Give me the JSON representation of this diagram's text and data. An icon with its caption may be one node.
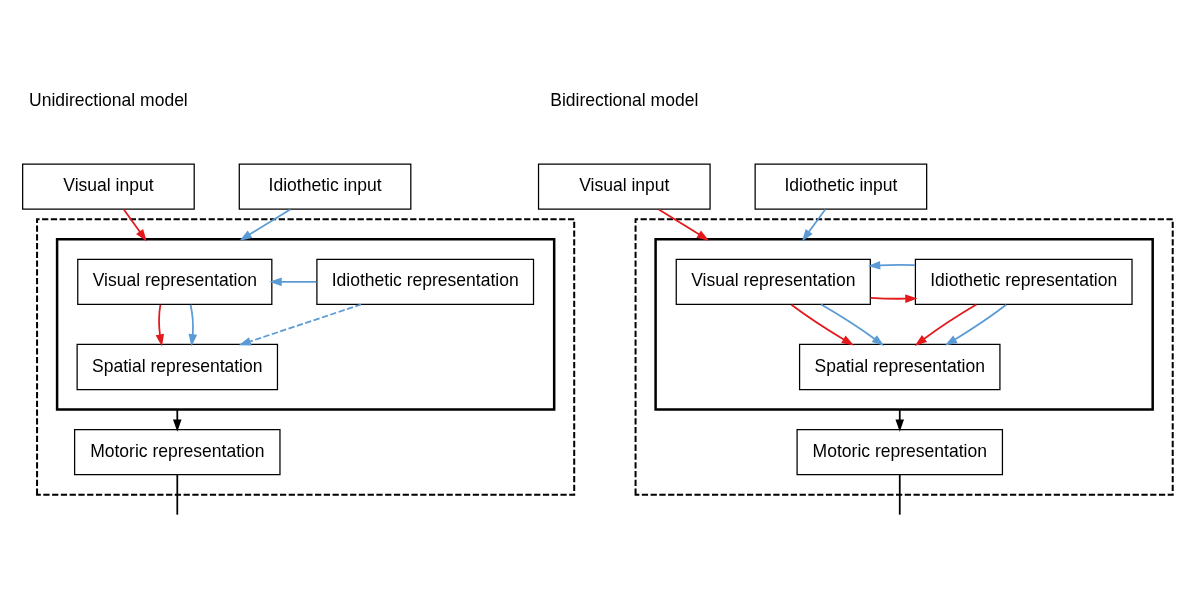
{
  "diagram": {
    "nodes": [
      {
        "text": [],
        "shape": "box"
      },
      {
        "text": [],
        "shape": "box",
        "in": 0
      },
      {
        "text": [
          "Visual input"
        ]
      },
      {
        "text": [
          "Idiothetic input"
        ]
      },
      {
        "text": [
          "Visual representation"
        ],
        "in": 1
      },
      {
        "text": [
          "Idiothetic representation"
        ],
        "in": 1
      },
      {
        "text": [
          "Spatial representation"
        ],
        "in": 1
      },
      {
        "text": [
          "Motoric representation"
        ],
        "in": 0
      },
      {
        "text": [],
        "shape": "box"
      },
      {
        "text": [],
        "shape": "box",
        "in": 8
      },
      {
        "text": [
          "Visual input"
        ]
      },
      {
        "text": [
          "Idiothetic input"
        ]
      },
      {
        "text": [
          "Visual representation"
        ],
        "in": 9
      },
      {
        "text": [
          "Idiothetic representation"
        ],
        "in": 9
      },
      {
        "text": [
          "Spatial representation"
        ],
        "in": 9
      },
      {
        "text": [
          "Motoric representation"
        ],
        "in": 8
      }
    ],
    "edges": [
      {
        "from": 2,
        "to": 1,
        "arrow": "to",
        "color": "#e3191c"
      },
      {
        "from": 3,
        "to": 1,
        "arrow": "to",
        "color": "#5b9bd5"
      },
      {
        "from": 5,
        "to": 4,
        "arrow": "to",
        "color": "#5b9bd5"
      },
      {
        "from": 4,
        "to": 6,
        "arrow": "to",
        "color": "#e3191c"
      },
      {
        "from": 4,
        "to": 6,
        "arrow": "to",
        "color": "#5b9bd5"
      },
      {
        "from": 5,
        "to": 6,
        "arrow": "to",
        "style": "dashed",
        "color": "#5b9bd5"
      },
      {
        "from": 1,
        "to": 7,
        "arrow": "to",
        "color": "#000000"
      },
      {
        "from": 7,
        "to": null,
        "arrow": "none",
        "color": "#000000"
      },
      {
        "from": 10,
        "to": 9,
        "arrow": "to",
        "color": "#e3191c"
      },
      {
        "from": 11,
        "to": 9,
        "arrow": "to",
        "color": "#5b9bd5"
      },
      {
        "from": 12,
        "to": 13,
        "arrow": "to",
        "color": "#e3191c"
      },
      {
        "from": 13,
        "to": 12,
        "arrow": "to",
        "color": "#5b9bd5"
      },
      {
        "from": 12,
        "to": 14,
        "arrow": "to",
        "color": "#e3191c"
      },
      {
        "from": 12,
        "to": 14,
        "arrow": "to",
        "color": "#5b9bd5"
      },
      {
        "from": 13,
        "to": 14,
        "arrow": "to",
        "color": "#e3191c"
      },
      {
        "from": 13,
        "to": 14,
        "arrow": "to",
        "color": "#5b9bd5"
      },
      {
        "from": 9,
        "to": 15,
        "arrow": "to",
        "color": "#000000"
      },
      {
        "from": 15,
        "to": null,
        "arrow": "none",
        "color": "#000000"
      }
    ],
    "labels": [
      "Unidirectional model",
      "Bidirectional model"
    ]
  }
}
